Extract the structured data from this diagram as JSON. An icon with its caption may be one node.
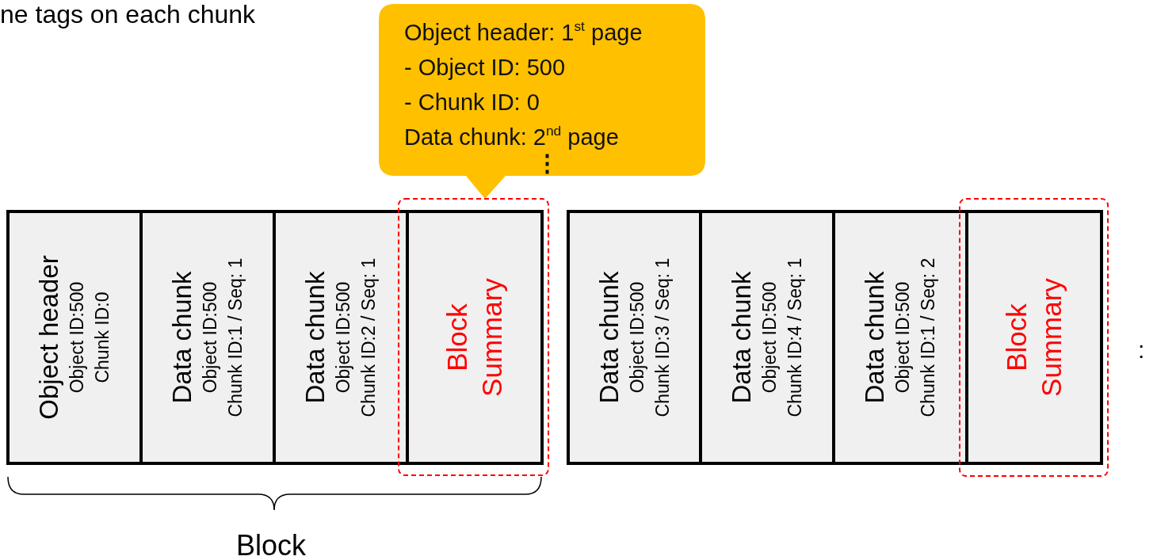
{
  "diagram": {
    "nodes": [
      {
        "text": [
          "Object header: 1$^{st}$ page",
          "- Object ID: 500",
          "- Chunk ID: 0",
          "Data chunk: 2$^{nd}$ page",
          "⋮"
        ]
      },
      {
        "text": [
          "Object header",
          "Object ID:500",
          "Chunk ID:0"
        ]
      },
      {
        "text": [
          "Data chunk",
          "Object ID:500",
          "Chunk ID:1 / Seq: 1"
        ]
      },
      {
        "text": [
          "Data chunk",
          "Object ID:500",
          "Chunk ID:2 / Seq: 1"
        ]
      },
      {
        "text": [
          "Block Summary"
        ]
      },
      {
        "text": [
          "Data chunk",
          "Object ID:500",
          "Chunk ID:3 / Seq: 1"
        ]
      },
      {
        "text": [
          "Data chunk",
          "Object ID:500",
          "Chunk ID:4 / Seq: 1"
        ]
      },
      {
        "text": [
          "Data chunk",
          "Object ID:500",
          "Chunk ID:1 / Seq: 2"
        ]
      },
      {
        "text": [
          "Block Summary"
        ]
      }
    ],
    "labels": [
      "ne tags on each chunk",
      "Block",
      ":"
    ]
  }
}
